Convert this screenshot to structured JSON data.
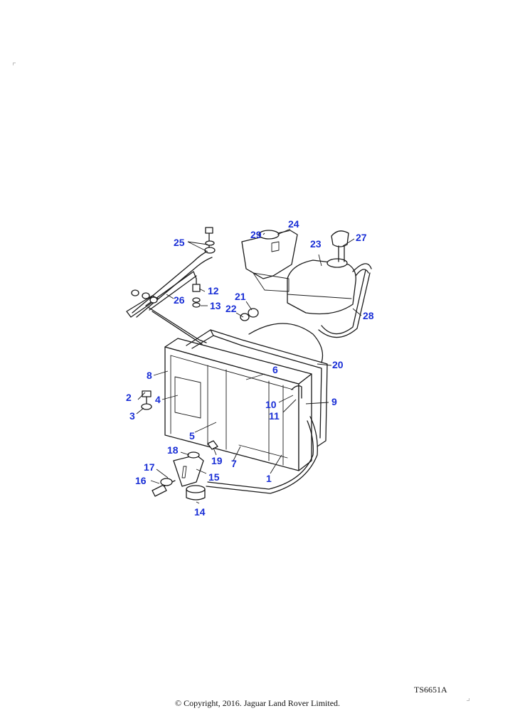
{
  "figure_ref": "TS6651A",
  "copyright": "© Copyright, 2016. Jaguar Land Rover Limited.",
  "callouts": [
    "1",
    "2",
    "3",
    "4",
    "5",
    "6",
    "7",
    "8",
    "9",
    "10",
    "11",
    "12",
    "13",
    "14",
    "15",
    "16",
    "17",
    "18",
    "19",
    "20",
    "21",
    "22",
    "23",
    "24",
    "25",
    "26",
    "27",
    "28",
    "29"
  ],
  "colors": {
    "callout": "#1a2fd6",
    "linework": "#1a1a1a",
    "background": "#ffffff"
  }
}
